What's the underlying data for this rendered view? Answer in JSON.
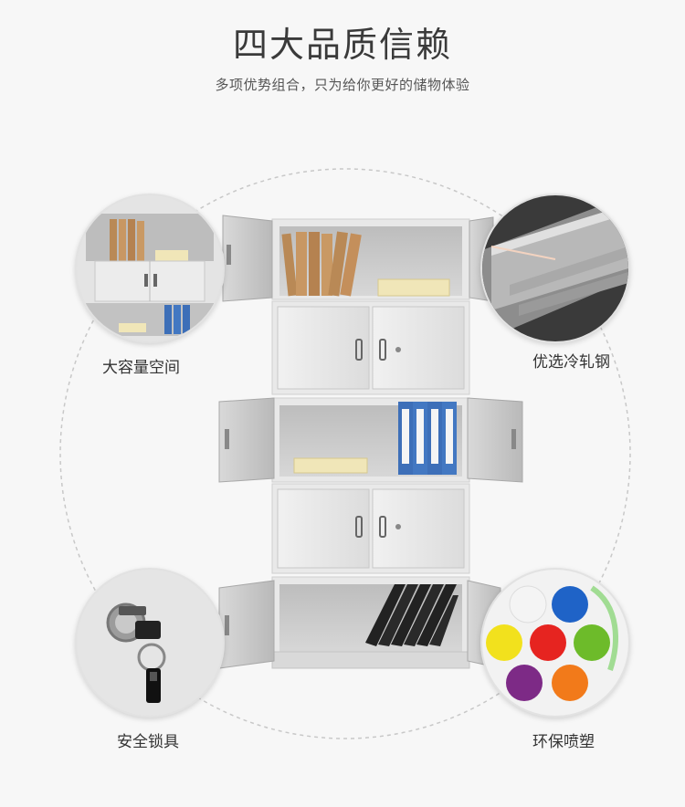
{
  "header": {
    "title": "四大品质信赖",
    "subtitle": "多项优势组合，只为给你更好的储物体验"
  },
  "features": [
    {
      "label": "大容量空间",
      "icon": "cabinet-detail-image"
    },
    {
      "label": "优选冷轧钢",
      "icon": "steel-sheet-image"
    },
    {
      "label": "安全锁具",
      "icon": "lock-key-image"
    },
    {
      "label": "环保喷塑",
      "icon": "powder-paint-image"
    }
  ],
  "colors": {
    "background": "#f7f7f7",
    "cabinet": "#e6e6e6",
    "cabinet_dark": "#c9c9c9",
    "binder_blue": "#3d6fb8",
    "binder_black": "#222222"
  }
}
